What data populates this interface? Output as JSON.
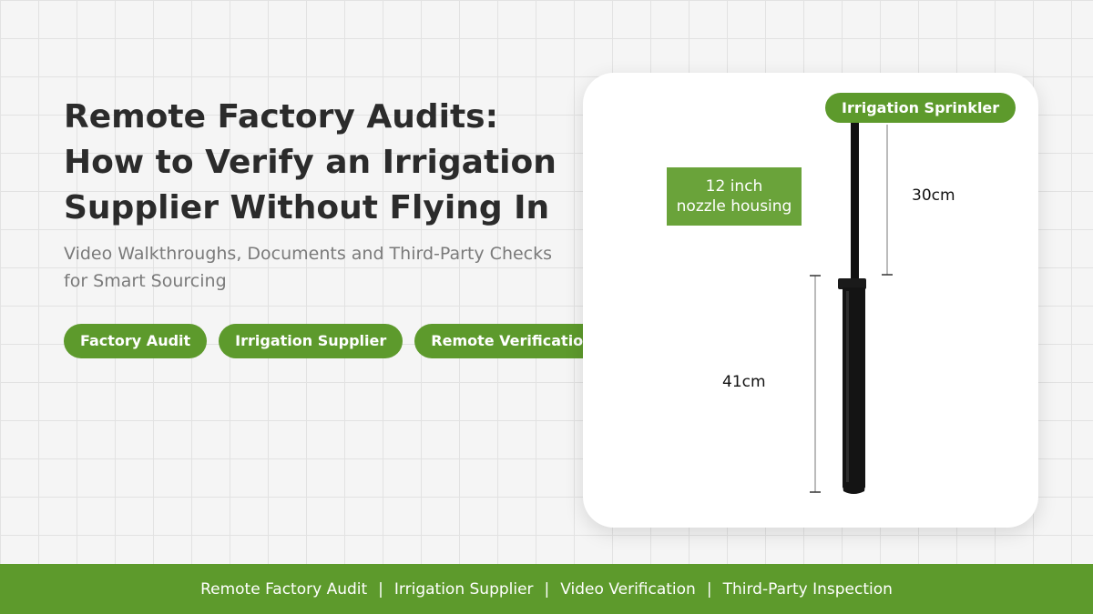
{
  "headline": {
    "line1": "Remote Factory Audits:",
    "line2": "How to Verify an Irrigation",
    "line3": "Supplier Without Flying In"
  },
  "subtitle": {
    "line1": "Video Walkthroughs, Documents and Third-Party Checks",
    "line2": "for Smart Sourcing"
  },
  "tags": [
    "Factory Audit",
    "Irrigation Supplier",
    "Remote Verification"
  ],
  "product": {
    "label": "Irrigation Sprinkler",
    "nozzle_line1": "12 inch",
    "nozzle_line2": "nozzle housing",
    "dim_top": "30cm",
    "dim_bottom": "41cm"
  },
  "footer": {
    "items": [
      "Remote Factory Audit",
      "Irrigation Supplier",
      "Video Verification",
      "Third-Party Inspection"
    ],
    "separator": "|"
  },
  "colors": {
    "accent": "#5d9a2c",
    "headline": "#2b2b2b",
    "subtitle": "#7a7a7a",
    "background": "#f5f5f5"
  }
}
